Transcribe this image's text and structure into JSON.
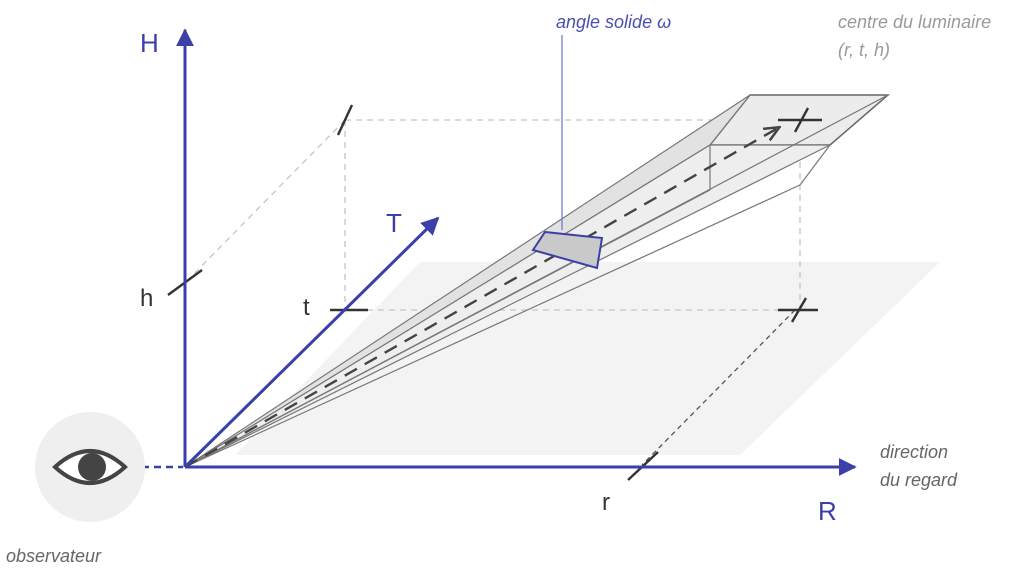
{
  "labels": {
    "axis_h": "H",
    "axis_t": "T",
    "axis_r": "R",
    "coord_h": "h",
    "coord_t": "t",
    "coord_r": "r",
    "solid_angle": "angle solide ω",
    "luminaire_center_line1": "centre du luminaire",
    "luminaire_center_line2": "(r, t, h)",
    "view_direction_line1": "direction",
    "view_direction_line2": "du regard",
    "observer": "observateur"
  },
  "colors": {
    "axis": "#3a40a8",
    "solid_angle_text": "#4a4fb3",
    "muted_text": "#9a9a9a",
    "dark_text": "#333333",
    "plane": "#f2f2f2"
  },
  "icons": {
    "observer": "eye-icon"
  }
}
